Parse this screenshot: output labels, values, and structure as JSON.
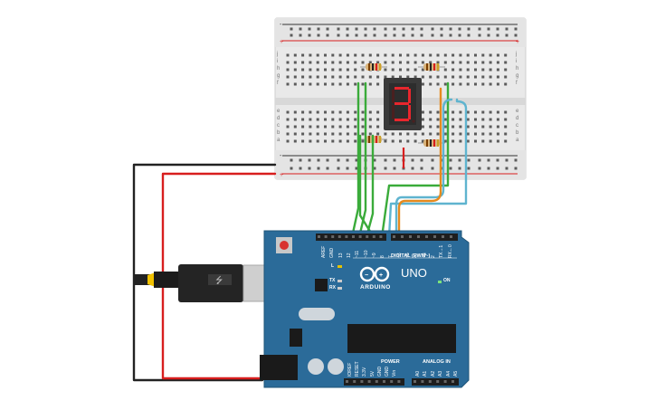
{
  "board": {
    "brand": "ARDUINO",
    "model": "UNO",
    "digital_label": "DIGITAL (PWM~)",
    "power_label": "POWER",
    "analog_label": "ANALOG IN",
    "on_label": "ON",
    "l_label": "L",
    "tx_label": "TX",
    "rx_label": "RX",
    "top_pins": [
      "AREF",
      "GND",
      "13",
      "12",
      "~11",
      "~10",
      "~9",
      "8",
      "7",
      "~6",
      "~5",
      "4",
      "~3",
      "2",
      "TX→1",
      "RX←0"
    ],
    "power_pins": [
      "IOREF",
      "RESET",
      "3.3V",
      "5V",
      "GND",
      "GND",
      "Vin"
    ],
    "analog_pins": [
      "A0",
      "A1",
      "A2",
      "A3",
      "A4",
      "A5"
    ]
  },
  "display": {
    "digit": "3",
    "segment_color": "#e8262d"
  },
  "breadboard": {
    "row_letters_top": [
      "j",
      "i",
      "h",
      "g",
      "f"
    ],
    "row_letters_bottom": [
      "e",
      "d",
      "c",
      "b",
      "a"
    ],
    "rail_plus": "+",
    "rail_minus": "-"
  },
  "colors": {
    "board": "#2b6b99",
    "wire_green": "#3aab3a",
    "wire_orange": "#e68a1e",
    "wire_cyan": "#5fb4cf",
    "wire_red": "#d81e1e",
    "wire_black": "#222222",
    "breadboard": "#e7e7e7"
  }
}
